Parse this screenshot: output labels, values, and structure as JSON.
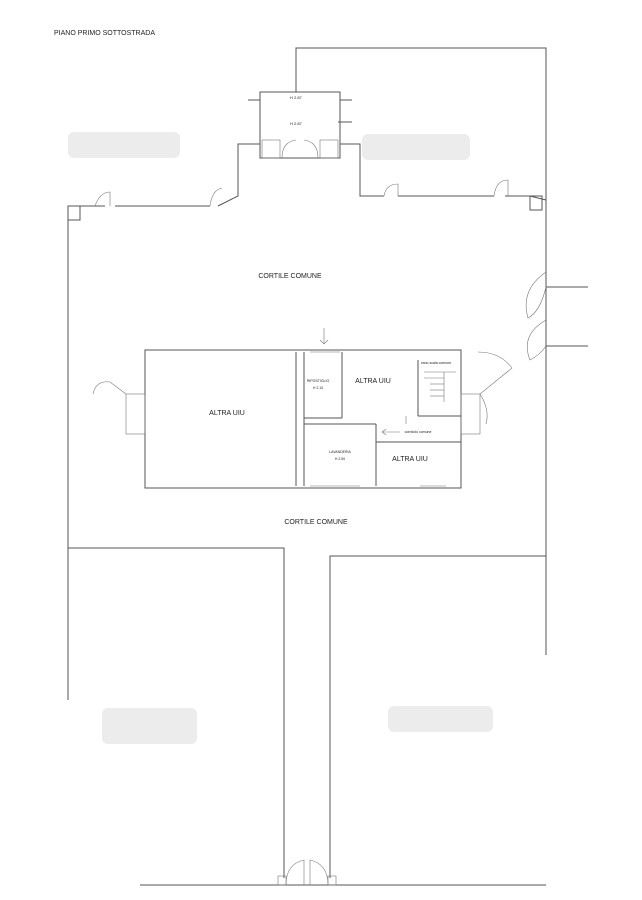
{
  "floor_title": "PIANO PRIMO SOTTOSTRADA",
  "labels": {
    "courtyard_north": "CORTILE COMUNE",
    "courtyard_south": "CORTILE COMUNE",
    "unit_large": "ALTRA UIU",
    "unit_upper": "ALTRA UIU",
    "unit_lower": "ALTRA UIU",
    "vestibule": "RIPOSTIGLIO",
    "vestibule_height": "H 2.10",
    "laundry": "LAVANDERIA",
    "laundry_height": "H 2.50",
    "stair": "vano scala comune",
    "corridor": "corridoio comune",
    "tower_height_top": "H 2.87",
    "tower_height_mid": "H 2.87"
  },
  "colors": {
    "wall": "#555555",
    "text": "#222222",
    "redaction": "#ececec"
  }
}
